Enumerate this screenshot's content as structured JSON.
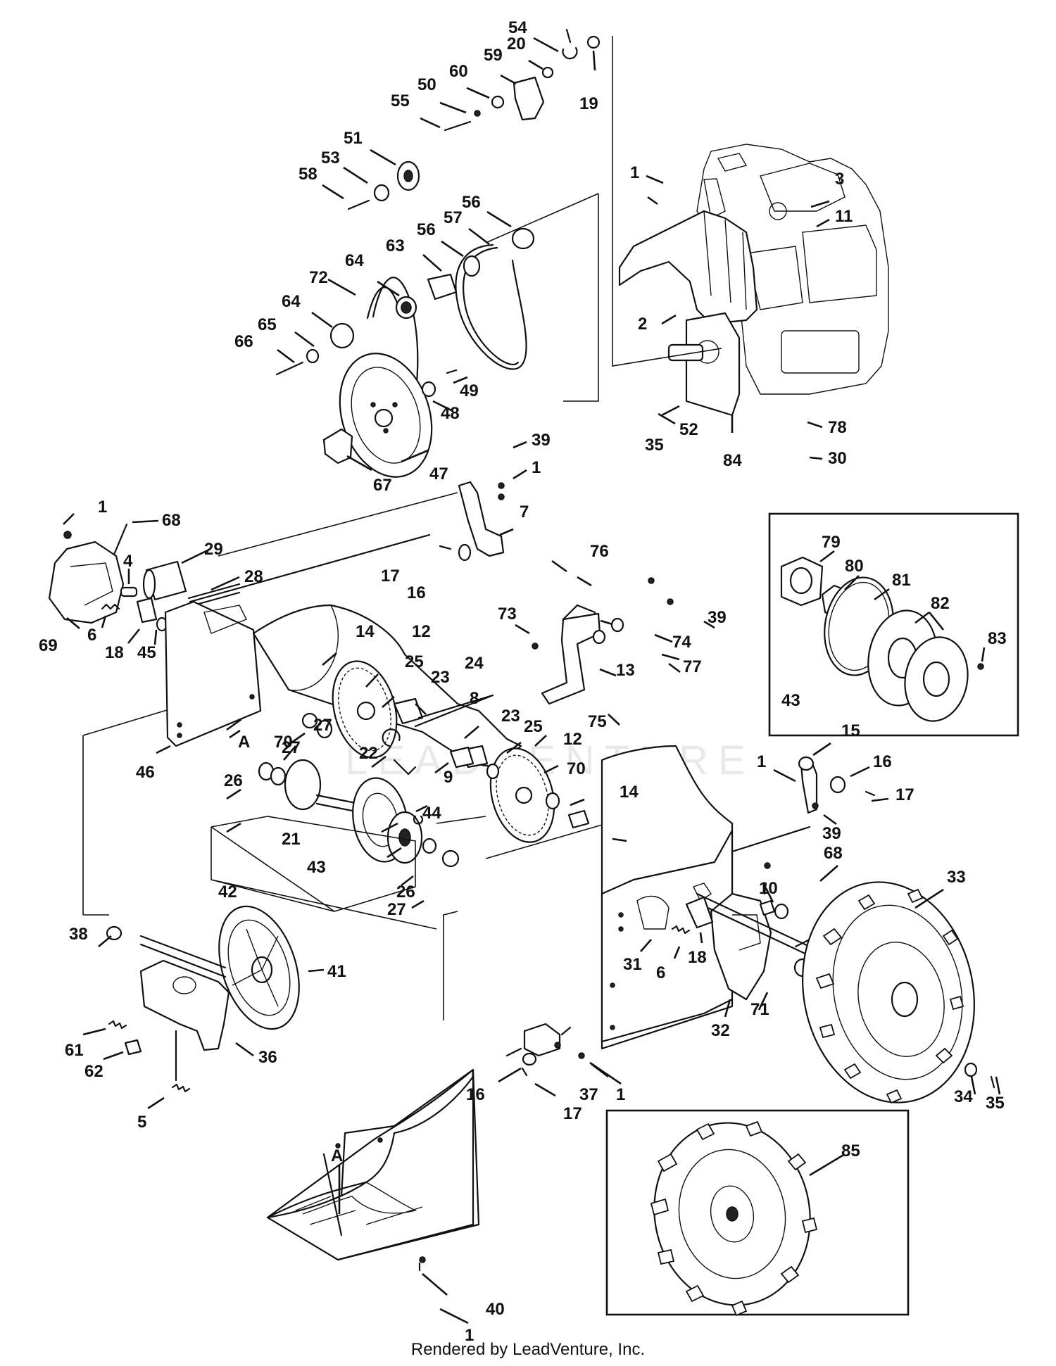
{
  "diagram": {
    "credit": "Rendered by LeadVenture, Inc.",
    "watermark": "LEADVENTURE",
    "reference_letter": "A",
    "callouts": [
      "1",
      "2",
      "3",
      "4",
      "5",
      "6",
      "7",
      "8",
      "9",
      "10",
      "11",
      "12",
      "13",
      "14",
      "15",
      "16",
      "17",
      "18",
      "19",
      "20",
      "21",
      "22",
      "23",
      "24",
      "25",
      "26",
      "27",
      "28",
      "29",
      "30",
      "31",
      "32",
      "33",
      "34",
      "35",
      "36",
      "37",
      "38",
      "39",
      "40",
      "41",
      "42",
      "43",
      "44",
      "45",
      "46",
      "47",
      "48",
      "49",
      "50",
      "51",
      "52",
      "53",
      "54",
      "55",
      "56",
      "57",
      "58",
      "59",
      "60",
      "61",
      "62",
      "63",
      "64",
      "65",
      "66",
      "67",
      "68",
      "69",
      "70",
      "71",
      "72",
      "73",
      "74",
      "75",
      "76",
      "77",
      "78",
      "79",
      "80",
      "81",
      "82",
      "83",
      "84",
      "85"
    ]
  }
}
